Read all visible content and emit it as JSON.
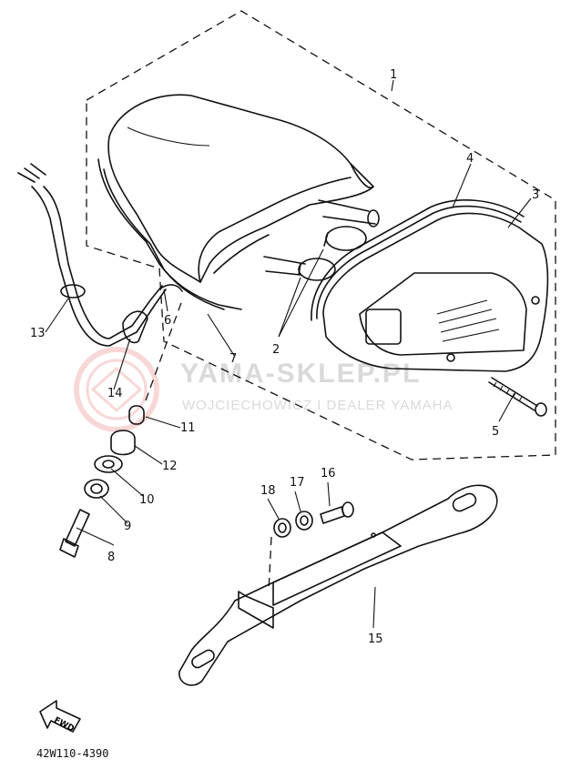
{
  "watermark": {
    "brand": "YAMA-SKLEP.PL",
    "subtitle": "WOJCIECHOWICZ I DEALER YAMAHA"
  },
  "fwd_label": "FWD",
  "diagram_code": "42W110-4390",
  "callouts": [
    "1",
    "2",
    "3",
    "4",
    "5",
    "6",
    "7",
    "8",
    "9",
    "10",
    "11",
    "12",
    "13",
    "14",
    "15",
    "16",
    "17",
    "18"
  ],
  "colors": {
    "line": "#111111",
    "watermark": "#d9d9d9",
    "watermark_logo": "#f2b8b8"
  }
}
